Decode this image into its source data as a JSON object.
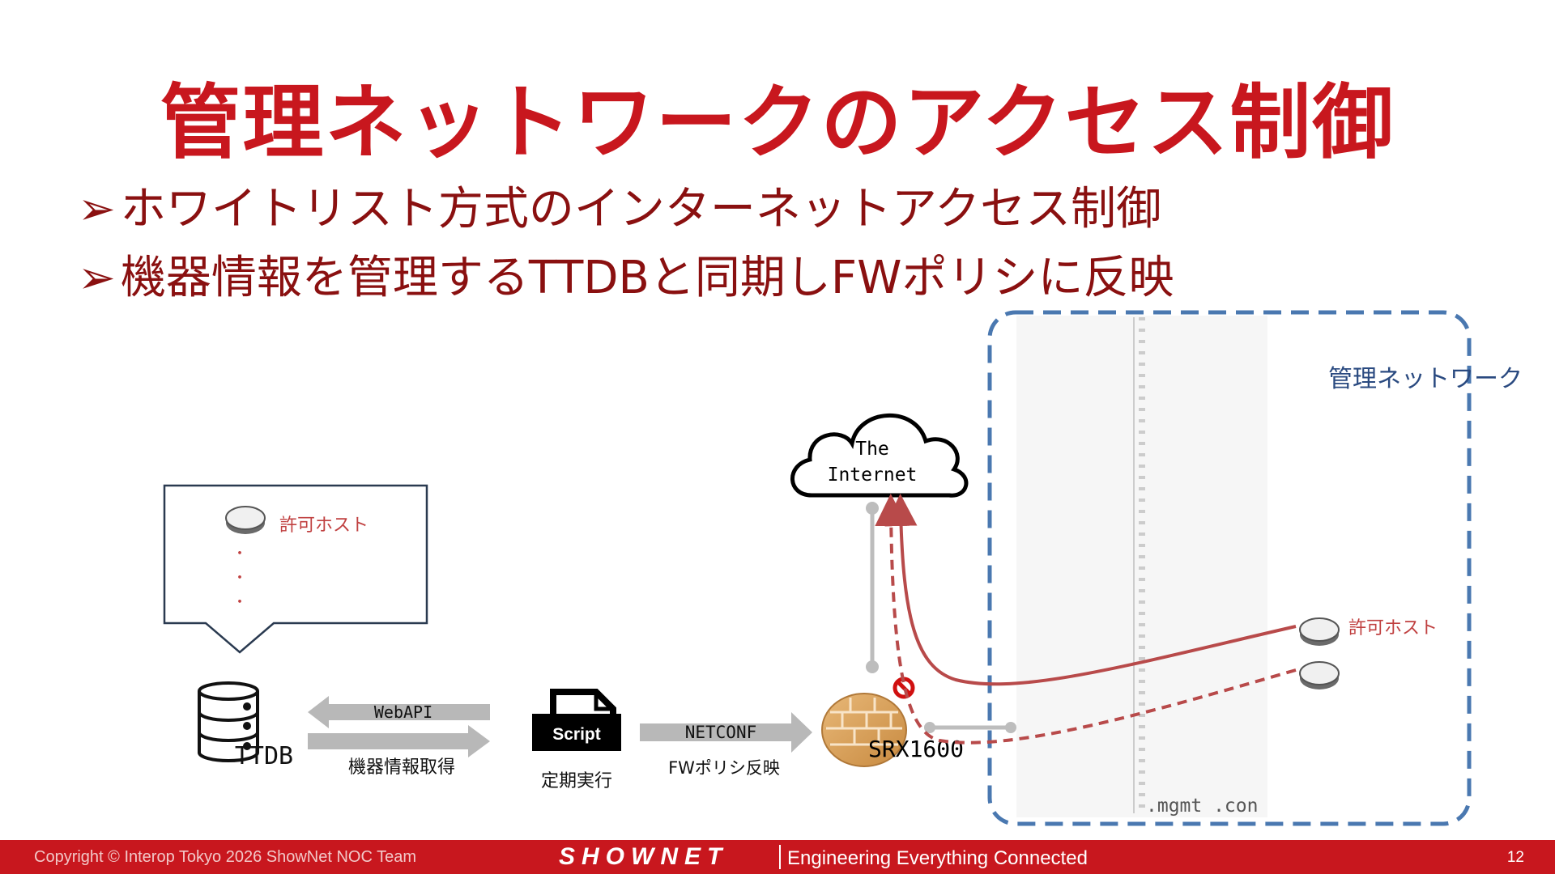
{
  "slide": {
    "title": "管理ネットワークのアクセス制御",
    "bullets": [
      {
        "marker": "➢",
        "text": "ホワイトリスト方式のインターネットアクセス制御"
      },
      {
        "marker": "➢",
        "text": "機器情報を管理するTTDBと同期しFWポリシに反映"
      }
    ]
  },
  "diagram": {
    "callout_item": "許可ホスト",
    "callout_dots": "・",
    "ttdb": "TTDB",
    "webapi": "WebAPI",
    "fetch_label": "機器情報取得",
    "script_badge": "Script",
    "script_caption": "定期実行",
    "netconf": "NETCONF",
    "fw_caption": "FWポリシ反映",
    "cloud": [
      "The",
      "Internet"
    ],
    "firewall": "SRX1600",
    "mgmt_title": "管理ネットワーク",
    "allowed_host": "許可ホスト",
    "domain_text": ".mgmt .con",
    "colors": {
      "brand_red": "#c8171e",
      "dark_red": "#8a1010",
      "flow_red": "#b84a4a",
      "mgmt_border": "#4a78b0",
      "gray_arrow": "#b8b8b8"
    }
  },
  "footer": {
    "copyright": "Copyright © Interop Tokyo 2026 ShowNet NOC Team",
    "brand": "SHOWNET",
    "tagline": "Engineering Everything Connected",
    "page": "12"
  }
}
